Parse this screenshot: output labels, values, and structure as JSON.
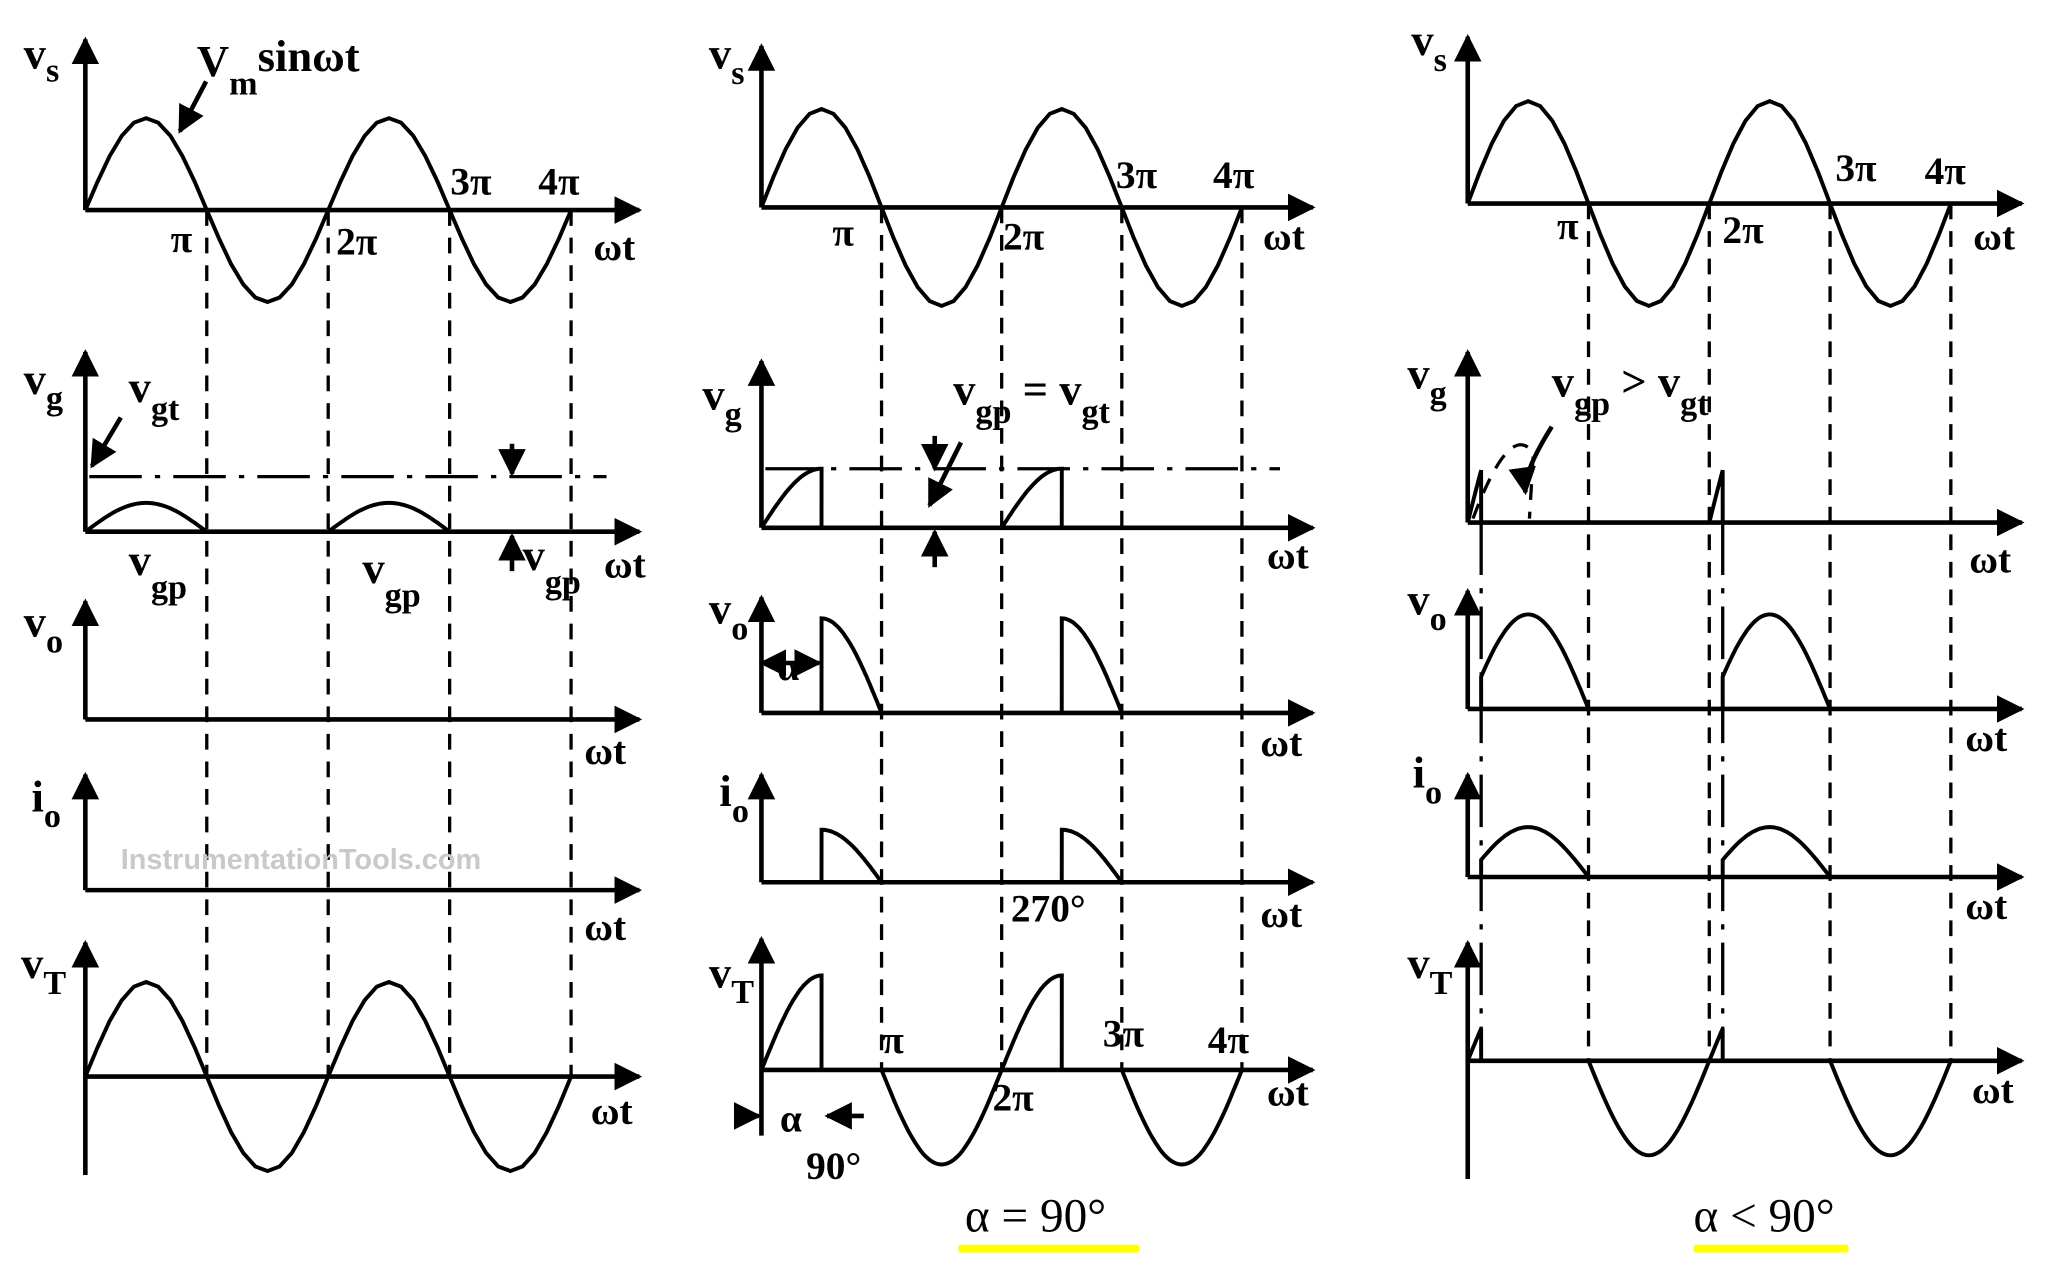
{
  "panels": [
    {
      "name": "no-firing",
      "caption": "",
      "alpha_deg": null
    },
    {
      "name": "alpha-90",
      "caption": "α = 90°",
      "alpha_deg": 90
    },
    {
      "name": "alpha-less-90",
      "caption": "α < 90°",
      "alpha_deg": 20
    }
  ],
  "labels": {
    "v": "v",
    "i": "i",
    "s": "s",
    "g": "g",
    "o": "o",
    "T": "T",
    "gt": "gt",
    "gp": "gp",
    "Vm_base": "V",
    "Vm_sub": "m",
    "sinwt": "sinωt",
    "pi": "π",
    "two_pi": "2π",
    "three_pi": "3π",
    "four_pi": "4π",
    "wt": "ωt",
    "eq": " = ",
    "gt_sign": " > ",
    "alpha": "α",
    "deg90": "90°",
    "deg270": "270°"
  },
  "captions": {
    "mid": "α = 90°",
    "right": "α < 90°"
  },
  "watermark": "InstrumentationTools.com",
  "colors": {
    "highlight": "#ffff00",
    "watermark": "#c9c9c9"
  }
}
